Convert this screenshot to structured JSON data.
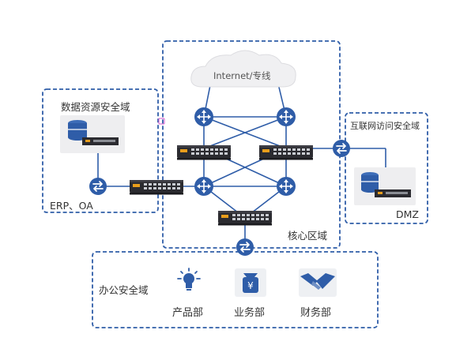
{
  "zones": {
    "data_resource": "数据资源安全域",
    "erp_oa": "ERP、OA",
    "core": "核心区域",
    "internet_access": "互联网访问安全域",
    "dmz": "DMZ",
    "office": "办公安全域"
  },
  "cloud": {
    "label": "Internet/专线"
  },
  "departments": [
    {
      "label": "产品部",
      "icon": "lightbulb-icon"
    },
    {
      "label": "业务部",
      "icon": "money-bag-icon"
    },
    {
      "label": "财务部",
      "icon": "handshake-icon"
    }
  ],
  "colors": {
    "zone_border": "#2f5da8",
    "link_line": "#2f5da8",
    "node_blue": "#2f5da8",
    "device_dark": "#2b2b30",
    "device_accent": "#e89d1c",
    "server_box_bg": "#eeeef0",
    "money_box_bg": "#eef0f3"
  }
}
